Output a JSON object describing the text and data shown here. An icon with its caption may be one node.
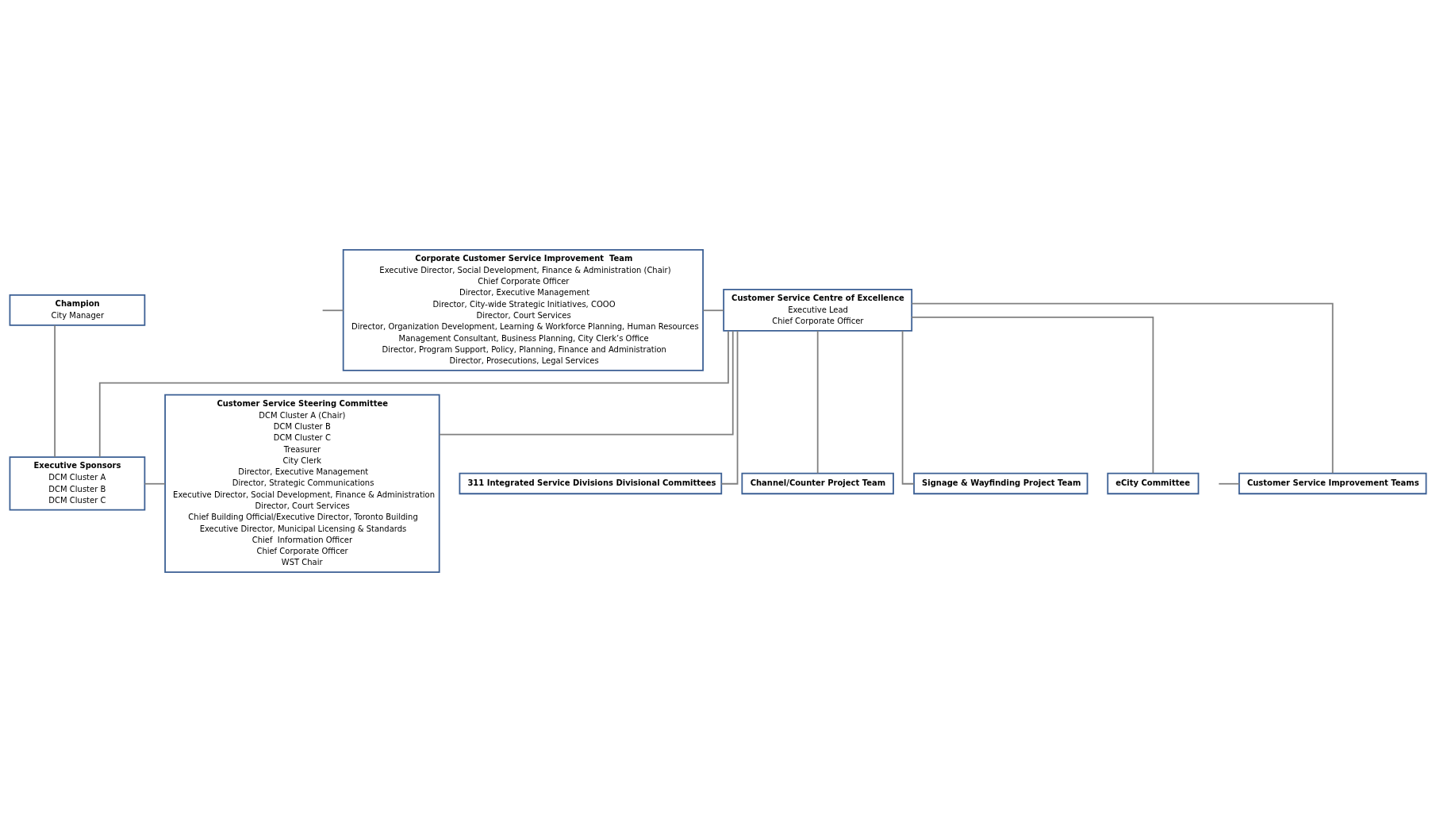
{
  "diagram": {
    "nodes": [
      {
        "text": [
          "Corporate Customer Service Improvement  Team",
          "Executive Director, Social Development, Finance & Administration (Chair)",
          "Chief Corporate Officer",
          "Director, Executive Management",
          "Director, City-wide Strategic Initiatives, COOO",
          "Director, Court Services",
          "Director, Organization Development, Learning & Workforce Planning, Human Resources",
          "Management Consultant, Business Planning, City Clerk’s Office",
          "Director, Program Support, Policy, Planning, Finance and Administration",
          "Director, Prosecutions, Legal Services"
        ]
      },
      {
        "text": [
          "Champion",
          "City Manager"
        ]
      },
      {
        "text": [
          "Executive Sponsors",
          "DCM Cluster A",
          "DCM Cluster B",
          "DCM Cluster C"
        ]
      },
      {
        "text": [
          "Customer Service Steering Committee",
          "DCM Cluster A (Chair)",
          "DCM Cluster B",
          "DCM Cluster C",
          "Treasurer",
          "City Clerk",
          "Director, Executive Management",
          "Director, Strategic Communications",
          "Executive Director, Social Development, Finance & Administration",
          "Director, Court Services",
          "Chief Building Official/Executive Director, Toronto Building",
          "Executive Director, Municipal Licensing & Standards",
          "Chief  Information Officer",
          "Chief Corporate Officer",
          "WST Chair"
        ]
      },
      {
        "text": [
          "Customer Service Centre of Excellence",
          "Executive Lead",
          "Chief Corporate Officer"
        ]
      },
      {
        "text": [
          "Customer Service Improvement Teams"
        ]
      },
      {
        "text": [
          "311 Integrated Service Divisions Divisional Committees"
        ]
      },
      {
        "text": [
          "Channel/Counter Project Team"
        ]
      },
      {
        "text": [
          "Signage & Wayfinding Project Team"
        ]
      },
      {
        "text": [
          "eCity Committee"
        ]
      }
    ],
    "edges": [
      {
        "from": 1,
        "to": 2,
        "arrow": "none"
      },
      {
        "from": 2,
        "to": 3,
        "arrow": "none"
      },
      {
        "from": 2,
        "to": 4,
        "arrow": "none"
      },
      {
        "from": 0,
        "to": 4,
        "arrow": "none"
      },
      {
        "from": 4,
        "to": 3,
        "arrow": "none"
      },
      {
        "from": 4,
        "to": 5,
        "arrow": "none"
      },
      {
        "from": 4,
        "to": 6,
        "arrow": "none"
      },
      {
        "from": 4,
        "to": 7,
        "arrow": "none"
      },
      {
        "from": 4,
        "to": 8,
        "arrow": "none"
      },
      {
        "from": 4,
        "to": 9,
        "arrow": "none"
      },
      {
        "from": null,
        "to": 0,
        "arrow": "none"
      },
      {
        "from": null,
        "to": 5,
        "arrow": "none"
      }
    ]
  }
}
